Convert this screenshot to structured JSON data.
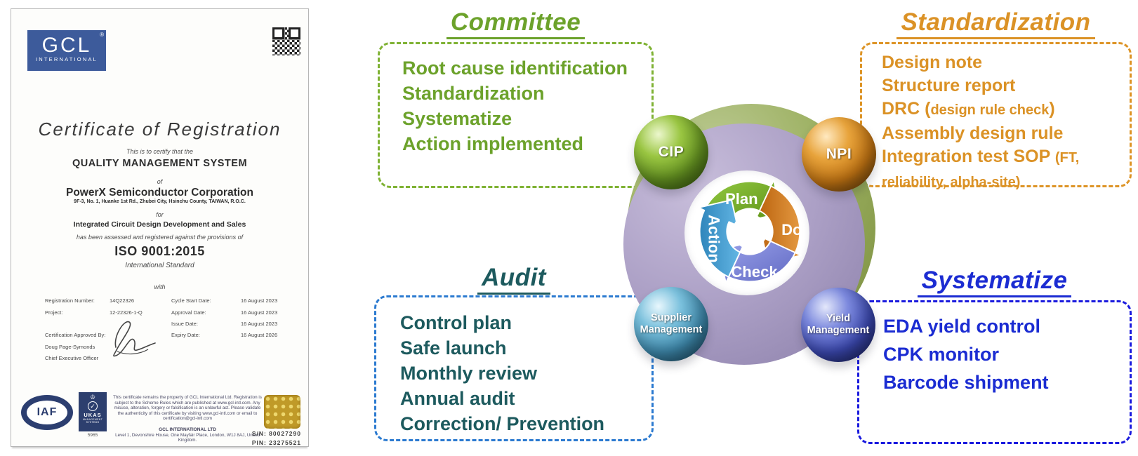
{
  "certificate": {
    "logo": {
      "text": "GCL",
      "sub": "INTERNATIONAL",
      "reg": "®"
    },
    "title": "Certificate of Registration",
    "certify_line": "This is to certify that the",
    "system": "QUALITY MANAGEMENT SYSTEM",
    "of": "of",
    "company": "PowerX Semiconductor Corporation",
    "company_address": "9F-3, No. 1, Huanke 1st Rd., Zhubei City, Hsinchu County, TAIWAN, R.O.C.",
    "for": "for",
    "scope": "Integrated Circuit Design Development and Sales",
    "assessed_line": "has been assessed and registered against the provisions of",
    "standard": "ISO 9001:2015",
    "standard_sub": "International Standard",
    "with": "with",
    "fields": {
      "reg_label": "Registration Number:",
      "reg_value": "14Q22326",
      "project_label": "Project:",
      "project_value": "12-22326-1-Q",
      "cycle_label": "Cycle Start Date:",
      "cycle_value": "16 August 2023",
      "approval_label": "Approval Date:",
      "approval_value": "16 August 2023",
      "issue_label": "Issue Date:",
      "issue_value": "16 August 2023",
      "expiry_label": "Expiry Date:",
      "expiry_value": "16 August 2026"
    },
    "approved_by_label": "Certification Approved By:",
    "approver_name": "Doug Page-Symonds",
    "approver_title": "Chief Executive Officer",
    "iaf_label": "IAF",
    "ukas": {
      "crown": "♔",
      "check": "✓",
      "name": "UKAS",
      "sub": "MANAGEMENT SYSTEMS",
      "number": "5965"
    },
    "fine_print": "This certificate remains the property of GCL International Ltd. Registration is subject to the Scheme Rules which are published at www.gcl-intl.com. Any misuse, alteration, forgery or falsification is an unlawful act. Please validate the authenticity of this certificate by visiting www.gcl-intl.com or email to certification@gcl-intl.com",
    "issuer_name": "GCL INTERNATIONAL LTD",
    "issuer_address": "Level 1, Devonshire House, One Mayfair Place, London, W1J 8AJ, United Kingdom.",
    "serial": "S/N: 80027290",
    "pin": "PIN: 23275521"
  },
  "panels": {
    "committee": {
      "title": "Committee",
      "items": [
        "Root cause identification",
        "Standardization",
        "Systematize",
        "Action implemented"
      ]
    },
    "standardization": {
      "title": "Standardization",
      "items": [
        "Design note",
        "Structure report"
      ],
      "drc": {
        "a": "DRC (",
        "b": "design rule check",
        "c": ")"
      },
      "assembly": "Assembly design rule",
      "integration": {
        "a": "Integration test SOP ",
        "b": "(FT, reliability, alpha-site)"
      }
    },
    "audit": {
      "title": "Audit",
      "items": [
        "Control plan",
        "Safe launch",
        "Monthly review",
        "Annual audit",
        "Correction/ Prevention"
      ]
    },
    "systematize": {
      "title": "Systematize",
      "items": [
        "EDA yield control",
        "CPK monitor",
        "Barcode shipment"
      ]
    }
  },
  "diagram": {
    "pdca": {
      "plan": "Plan",
      "do": "Do",
      "check": "Check",
      "action": "Action"
    },
    "spheres": {
      "cip": "CIP",
      "npi": "NPI",
      "supplier_line1": "Supplier",
      "supplier_line2": "Management",
      "yield_line1": "Yield",
      "yield_line2": "Management"
    }
  },
  "colors": {
    "committee_green": "#6ca22b",
    "standardization_orange": "#db9226",
    "audit_text_teal": "#1d5a5e",
    "audit_border_blue": "#2b7ad0",
    "systematize_blue": "#1b2cd2",
    "pdca_plan": "#76a82a",
    "pdca_do": "#d4802a",
    "pdca_check": "#7a81d4",
    "pdca_action": "#4899cf",
    "ring_green": "#9cb061",
    "ring_purple": "#ab9fc5",
    "logo_navy": "#3d5b9b",
    "gold_seal": "#c09a28"
  }
}
